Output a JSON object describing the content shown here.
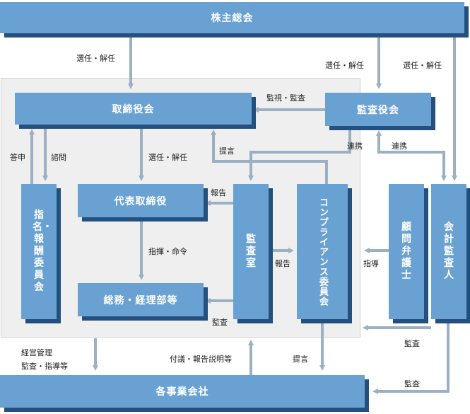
{
  "colors": {
    "box": "#6aa1d3",
    "shadow": "#23507f",
    "arrow": "#9cb0c2",
    "panel": "#efefef"
  },
  "boxes": {
    "shareholders": "株主総会",
    "board": "取締役会",
    "auditors_board": "監査役会",
    "nomination": "指名・報酬委員会",
    "representative": "代表取締役",
    "general_affairs": "総務・経理部等",
    "audit_office": "監査室",
    "compliance": "コンプライアンス委員会",
    "legal_advisor": "顧問弁護士",
    "accountant": "会計監査人",
    "subsidiaries": "各事業会社"
  },
  "labels": {
    "elect1": "選任・解任",
    "elect2": "選任・解任",
    "elect3": "選任・解任",
    "elect4": "選任・解任",
    "monitor": "監視・監査",
    "report_answer": "答申",
    "consult": "諮問",
    "propose1": "提言",
    "link1": "連携",
    "link2": "連携",
    "report1": "報告",
    "instruct_order": "指揮・命令",
    "report2": "報告",
    "guide": "指導",
    "audit1": "監査",
    "audit2": "監査",
    "audit3": "監査",
    "mgmt_line1": "経営管理",
    "mgmt_line2": "監査・指導等",
    "agenda": "付議・報告説明等",
    "propose2": "提言"
  }
}
